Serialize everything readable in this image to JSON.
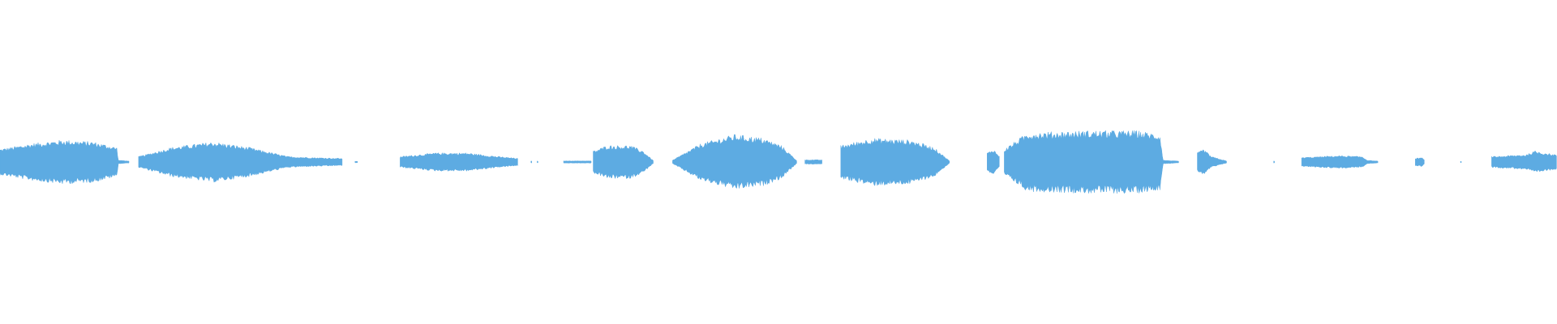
{
  "chart_data": {
    "type": "area",
    "title": "",
    "xlabel": "",
    "ylabel": "",
    "xlim": [
      0,
      1
    ],
    "ylim": [
      -1,
      1
    ],
    "grid": false,
    "axes_visible": false,
    "color": "#5dabe2",
    "segments": [
      {
        "envelope": [
          [
            0.0,
            0.07
          ],
          [
            0.02,
            0.1
          ],
          [
            0.04,
            0.12
          ],
          [
            0.06,
            0.11
          ],
          [
            0.075,
            0.08
          ],
          [
            0.076,
            0.01
          ],
          [
            0.083,
            0.005
          ]
        ]
      },
      {
        "envelope": [
          [
            0.089,
            0.03
          ],
          [
            0.11,
            0.08
          ],
          [
            0.137,
            0.11
          ],
          [
            0.16,
            0.08
          ],
          [
            0.185,
            0.03
          ],
          [
            0.2,
            0.025
          ],
          [
            0.22,
            0.02
          ]
        ]
      },
      {
        "envelope": [
          [
            0.228,
            0.004
          ],
          [
            0.23,
            0.004
          ]
        ]
      },
      {
        "envelope": [
          [
            0.257,
            0.03
          ],
          [
            0.28,
            0.05
          ],
          [
            0.3,
            0.05
          ],
          [
            0.32,
            0.03
          ],
          [
            0.333,
            0.02
          ]
        ]
      },
      {
        "envelope": [
          [
            0.341,
            0.005
          ],
          [
            0.342,
            0.005
          ]
        ]
      },
      {
        "envelope": [
          [
            0.345,
            0.005
          ],
          [
            0.346,
            0.005
          ]
        ]
      },
      {
        "envelope": [
          [
            0.362,
            0.006
          ],
          [
            0.38,
            0.006
          ]
        ]
      },
      {
        "envelope": [
          [
            0.381,
            0.06
          ],
          [
            0.39,
            0.09
          ],
          [
            0.405,
            0.09
          ],
          [
            0.413,
            0.06
          ],
          [
            0.42,
            0.005
          ]
        ]
      },
      {
        "envelope": [
          [
            0.432,
            0.01
          ],
          [
            0.45,
            0.1
          ],
          [
            0.472,
            0.15
          ],
          [
            0.49,
            0.13
          ],
          [
            0.502,
            0.09
          ],
          [
            0.512,
            0.006
          ]
        ]
      },
      {
        "envelope": [
          [
            0.517,
            0.012
          ],
          [
            0.528,
            0.012
          ]
        ]
      },
      {
        "envelope": [
          [
            0.54,
            0.09
          ],
          [
            0.56,
            0.13
          ],
          [
            0.585,
            0.12
          ],
          [
            0.6,
            0.08
          ],
          [
            0.61,
            0.005
          ]
        ]
      },
      {
        "envelope": [
          [
            0.634,
            0.05
          ],
          [
            0.638,
            0.07
          ],
          [
            0.642,
            0.03
          ]
        ]
      },
      {
        "envelope": [
          [
            0.645,
            0.07
          ],
          [
            0.66,
            0.16
          ],
          [
            0.7,
            0.17
          ],
          [
            0.73,
            0.17
          ],
          [
            0.745,
            0.15
          ],
          [
            0.747,
            0.01
          ],
          [
            0.757,
            0.005
          ]
        ]
      },
      {
        "envelope": [
          [
            0.769,
            0.05
          ],
          [
            0.773,
            0.07
          ],
          [
            0.778,
            0.03
          ],
          [
            0.788,
            0.005
          ]
        ]
      },
      {
        "envelope": [
          [
            0.818,
            0.005
          ],
          [
            0.819,
            0.005
          ]
        ]
      },
      {
        "envelope": [
          [
            0.836,
            0.025
          ],
          [
            0.86,
            0.035
          ],
          [
            0.875,
            0.03
          ],
          [
            0.878,
            0.01
          ],
          [
            0.885,
            0.005
          ]
        ]
      },
      {
        "envelope": [
          [
            0.909,
            0.02
          ],
          [
            0.913,
            0.025
          ],
          [
            0.915,
            0.01
          ]
        ]
      },
      {
        "envelope": [
          [
            0.938,
            0.004
          ],
          [
            0.939,
            0.004
          ]
        ]
      },
      {
        "envelope": [
          [
            0.958,
            0.03
          ],
          [
            0.98,
            0.04
          ],
          [
            0.986,
            0.06
          ],
          [
            0.992,
            0.05
          ],
          [
            1.0,
            0.04
          ]
        ]
      }
    ]
  }
}
